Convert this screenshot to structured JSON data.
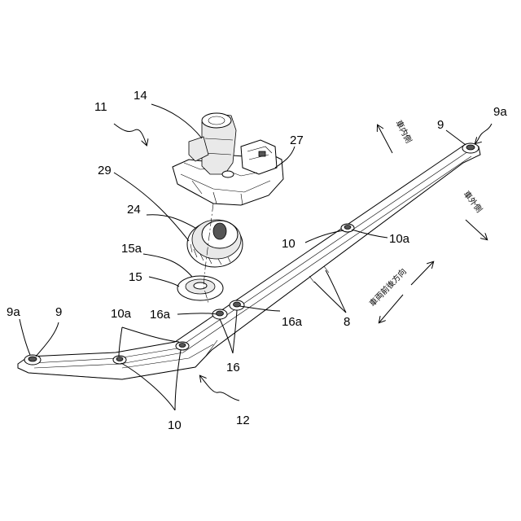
{
  "labels": {
    "l11": "11",
    "l14": "14",
    "l27": "27",
    "l29": "29",
    "l24": "24",
    "l15a": "15a",
    "l15": "15",
    "l16a_left": "16a",
    "l16a_right": "16a",
    "l16": "16",
    "l9a_left": "9a",
    "l9_left": "9",
    "l9_right": "9",
    "l9a_right": "9a",
    "l10a_left": "10a",
    "l10a_right": "10a",
    "l10_mid": "10",
    "l10_bottom": "10",
    "l8": "8",
    "l12": "12"
  },
  "directions": {
    "vehicle_inner_side": "車内側",
    "vehicle_outer_side": "車外側",
    "vehicle_front_rear": "車両前後方向"
  }
}
